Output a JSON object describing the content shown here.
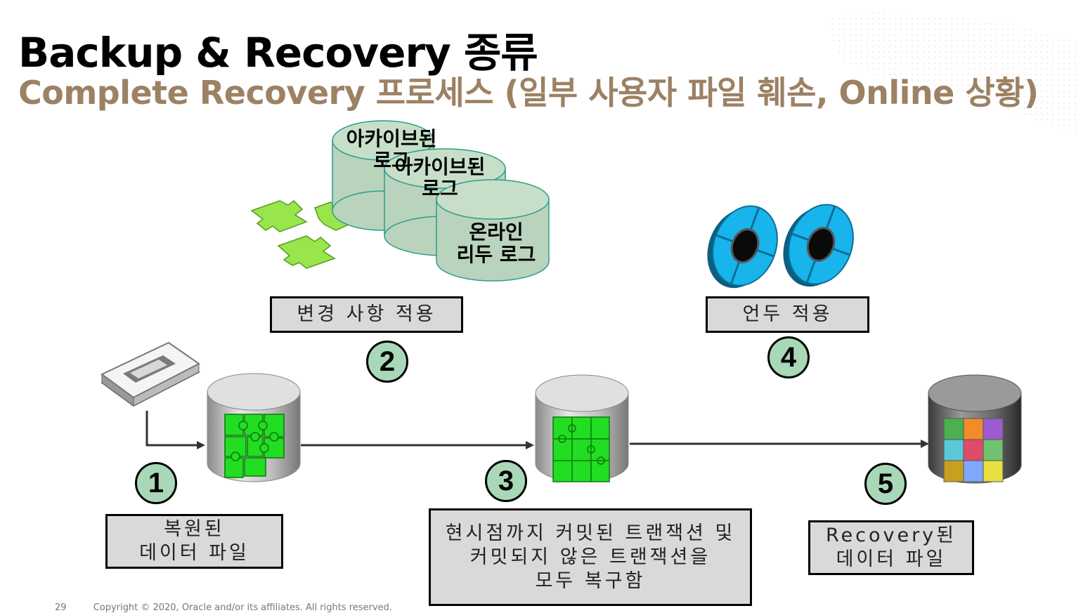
{
  "slide": {
    "title": "Backup & Recovery 종류",
    "subtitle": "Complete Recovery 프로세스 (일부 사용자 파일 훼손, Online 상황)",
    "footer": {
      "page_number": "29",
      "copyright": "Copyright © 2020, Oracle and/or its affiliates. All rights reserved."
    }
  },
  "steps": [
    {
      "number": "1",
      "label": "복원된\n데이터 파일"
    },
    {
      "number": "2",
      "label": "변경 사항 적용"
    },
    {
      "number": "3",
      "label": "현시점까지 커밋된 트랜잭션 및\n커밋되지 않은 트랜잭션을\n모두 복구함"
    },
    {
      "number": "4",
      "label": "언두 적용"
    },
    {
      "number": "5",
      "label": "Recovery된\n데이터 파일"
    }
  ],
  "logs": {
    "archived_1": "아카이브된",
    "archived_1_line2": "로그",
    "archived_2": "아카이브된",
    "archived_2_line2": "로그",
    "online_redo_line1": "온라인",
    "online_redo_line2": "리두 로그"
  },
  "colors": {
    "subtitle": "#9c8163",
    "badge_fill": "#a8d8b8",
    "box_fill": "#d9d9d9",
    "log_cylinder": "#b9d3bd",
    "log_outline": "#2d9c8a",
    "puzzle_green": "#22dd22",
    "light_puzzle": "#99e64c",
    "disk_blue": "#18b4ec"
  },
  "icons": [
    "tape-cartridge-icon",
    "puzzle-pieces-icon",
    "undo-disk-icon"
  ]
}
